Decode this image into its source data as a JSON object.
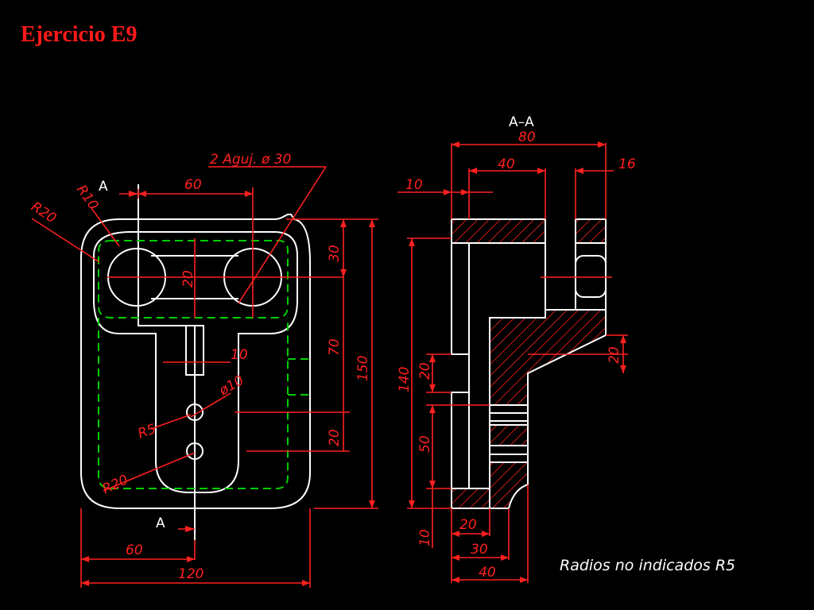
{
  "title": "Ejercicio E9",
  "colors": {
    "background": "#000000",
    "object": "#ffffff",
    "dimension": "#ff2020",
    "hidden": "#00d000",
    "title": "#ff1a1a"
  },
  "plan_view": {
    "section_marker": "A",
    "holes_label": "2 Aguj. ø 30",
    "radius_r10": "R10",
    "radius_r20_top": "R20",
    "dim_60_top": "60",
    "dim_20_slot": "20",
    "dim_30": "30",
    "dim_70": "70",
    "dim_150": "150",
    "dim_10_slot": "10",
    "dim_diam10": "ø10",
    "dim_r5": "R5",
    "dim_20_right": "20",
    "radius_r20_bottom": "R20",
    "dim_60_bottom": "60",
    "dim_120": "120"
  },
  "section_view": {
    "title": "A–A",
    "dim_80": "80",
    "dim_40_top": "40",
    "dim_16": "16",
    "dim_10_left": "10",
    "dim_140": "140",
    "dim_20_slot": "20",
    "dim_50": "50",
    "dim_20_right": "20",
    "dim_10_bottom": "10",
    "dim_20_bottom": "20",
    "dim_30_bottom": "30",
    "dim_40_bottom": "40"
  },
  "note": "Radios no indicados R5"
}
